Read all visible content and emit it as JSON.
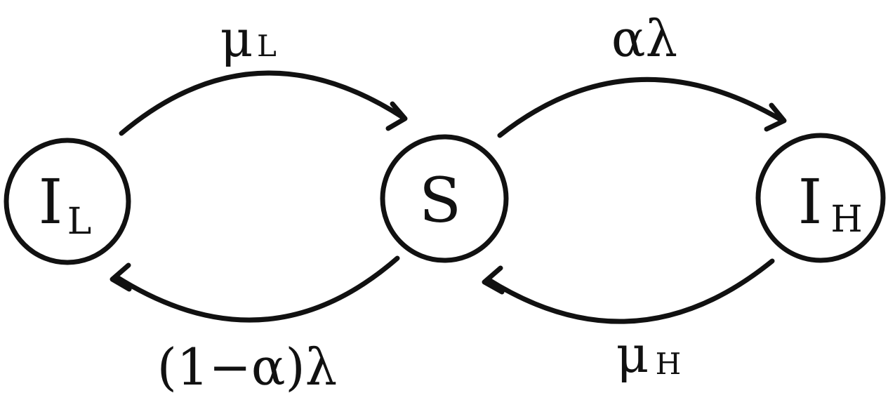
{
  "diagram": {
    "nodes": {
      "IL": {
        "main": "I",
        "sub": "L"
      },
      "S": {
        "main": "S"
      },
      "IH": {
        "main": "I",
        "sub": "H"
      }
    },
    "edges": {
      "IL_to_S": {
        "main": "μ",
        "sub": "L"
      },
      "S_to_IH": {
        "text": "αλ"
      },
      "S_to_IL": {
        "text": "(1−α)λ"
      },
      "IH_to_S": {
        "main": "μ",
        "sub": "H"
      }
    },
    "colors": {
      "ink": "#111111",
      "background": "#ffffff"
    }
  }
}
